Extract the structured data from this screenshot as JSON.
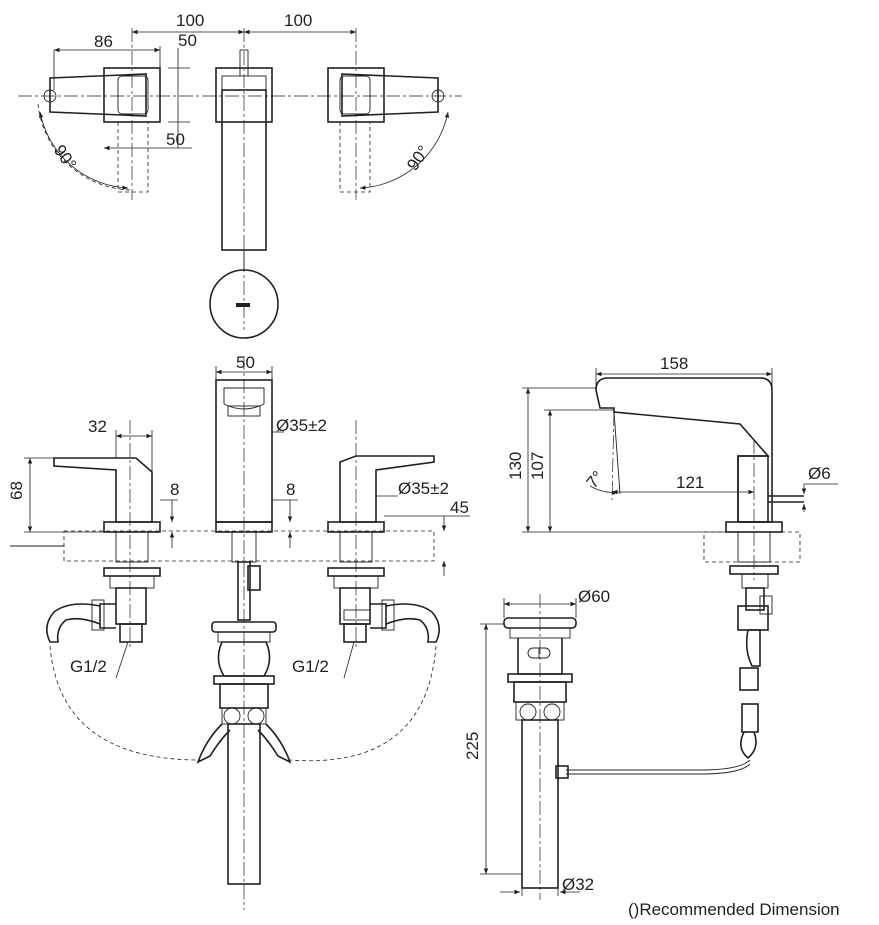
{
  "dimensions": {
    "d100_left": "100",
    "d100_right": "100",
    "d86": "86",
    "d50_top": "50",
    "d50_side": "50",
    "d90_left": "90°",
    "d90_right": "90°",
    "d50_spout": "50",
    "d35_center": "Ø35±2",
    "d32": "32",
    "d68": "68",
    "d8_left": "8",
    "d8_right": "8",
    "d35_right": "Ø35±2",
    "d45": "45",
    "g12_left": "G1/2",
    "g12_right": "G1/2",
    "d158": "158",
    "d130": "130",
    "d107": "107",
    "d7deg": "7°",
    "d121": "121",
    "d6": "Ø6",
    "d60": "Ø60",
    "d225": "225",
    "d32_pipe": "Ø32"
  },
  "footnote": "()Recommended Dimension"
}
